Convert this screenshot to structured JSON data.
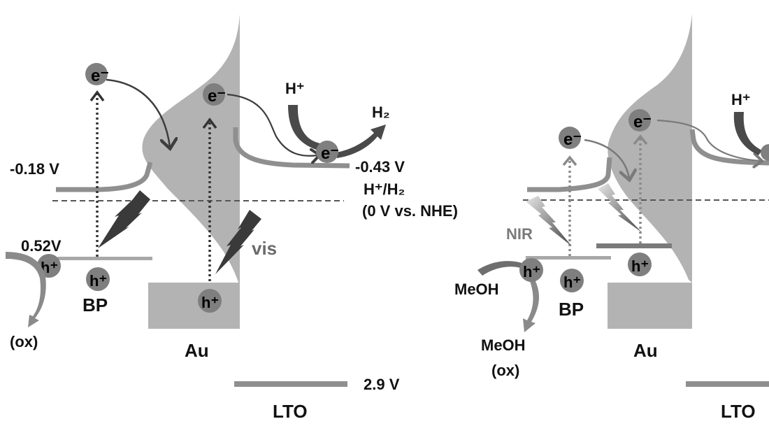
{
  "colors": {
    "band": "#b3b3b3",
    "band_dark": "#8c8c8c",
    "level": "#8f8f8f",
    "particle": "#7f7f7f",
    "arrow_dark": "#3d3d3d",
    "text": "#111111",
    "dashed": "#555555"
  },
  "left_panel": {
    "bp_cb_potential": "-0.18 V",
    "bp_vb_potential": "0.52V",
    "lto_cb_potential": "-0.43 V",
    "redox_couple": "H⁺/H₂",
    "redox_reference": "(0 V vs. NHE)",
    "lto_vb_potential": "2.9 V",
    "bp_label": "BP",
    "au_label": "Au",
    "lto_label": "LTO",
    "light_label": "vis",
    "oxidation_label": "(ox)",
    "proton_label": "H⁺",
    "product_label": "H₂",
    "electron": "e⁻",
    "hole": "h⁺"
  },
  "right_panel": {
    "light_label": "NIR",
    "donor_label": "MeOH",
    "oxidized_label_line1": "MeOH",
    "oxidized_label_line2": "(ox)",
    "bp_label": "BP",
    "au_label": "Au",
    "lto_label": "LTO",
    "proton_label": "H⁺",
    "electron": "e⁻",
    "hole": "h⁺"
  }
}
